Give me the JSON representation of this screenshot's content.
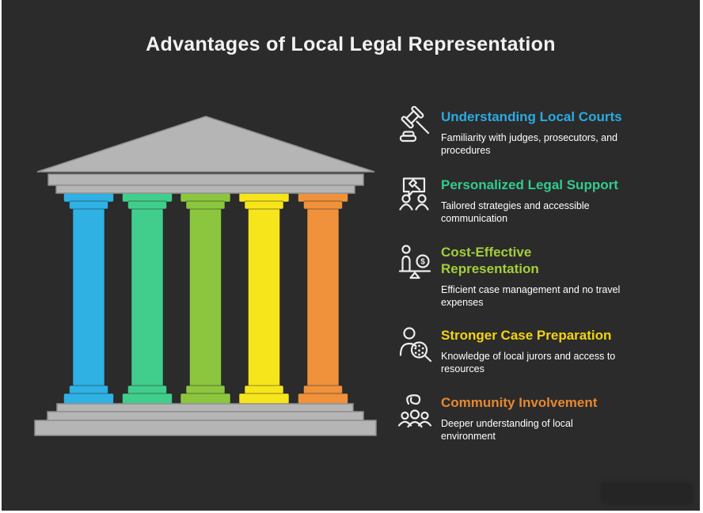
{
  "title": "Advantages of Local Legal Representation",
  "colors": {
    "background": "#2b2b2b",
    "page_border": "#ffffff",
    "title_text": "#f2f2f2",
    "description_text": "#ffffff",
    "icon_stroke": "#ededed"
  },
  "temple": {
    "stone_color": "#b5b5b5",
    "stone_stroke": "#8f8f8f",
    "pillar_colors": [
      "#2fb1e4",
      "#41ce8d",
      "#8cc63f",
      "#f7e51c",
      "#f0913c"
    ]
  },
  "items": [
    {
      "title": "Understanding Local Courts",
      "description": "Familiarity with judges, prosecutors, and procedures",
      "color": "#29abe2",
      "icon": "gavel-icon"
    },
    {
      "title": "Personalized Legal Support",
      "description": "Tailored strategies and accessible communication",
      "color": "#31cc8e",
      "icon": "consultation-people-icon"
    },
    {
      "title": "Cost-Effective Representation",
      "description": "Efficient case management and no travel expenses",
      "color": "#a4ce39",
      "icon": "cost-balance-icon"
    },
    {
      "title": "Stronger Case Preparation",
      "description": "Knowledge of local jurors and access to resources",
      "color": "#f2d411",
      "icon": "juror-search-icon"
    },
    {
      "title": "Community Involvement",
      "description": "Deeper understanding of local environment",
      "color": "#e8882d",
      "icon": "community-people-icon"
    }
  ]
}
